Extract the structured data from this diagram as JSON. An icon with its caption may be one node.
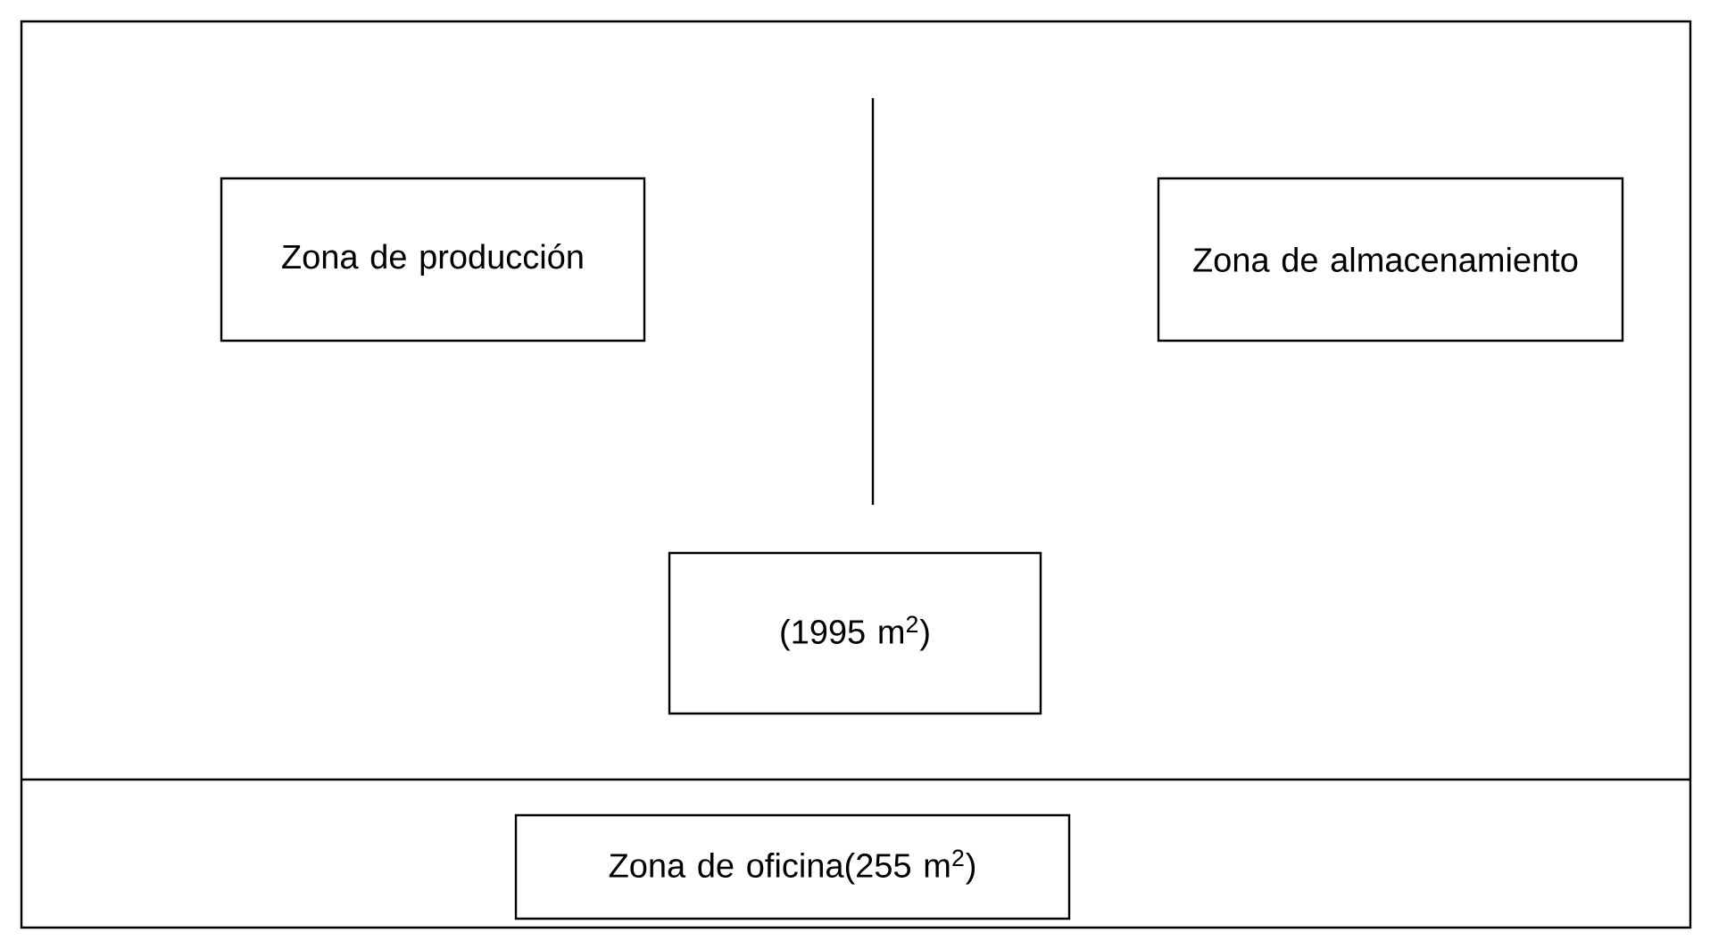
{
  "diagram": {
    "nodes": [
      {
        "text": [
          "Zona de producción"
        ]
      },
      {
        "text": [
          "Zona de almacenamiento"
        ]
      },
      {
        "text": [
          "(1995 m$^{2}$)"
        ]
      },
      {
        "text": [
          "Zona de oficina(255 m$^{2}$)"
        ]
      }
    ]
  }
}
